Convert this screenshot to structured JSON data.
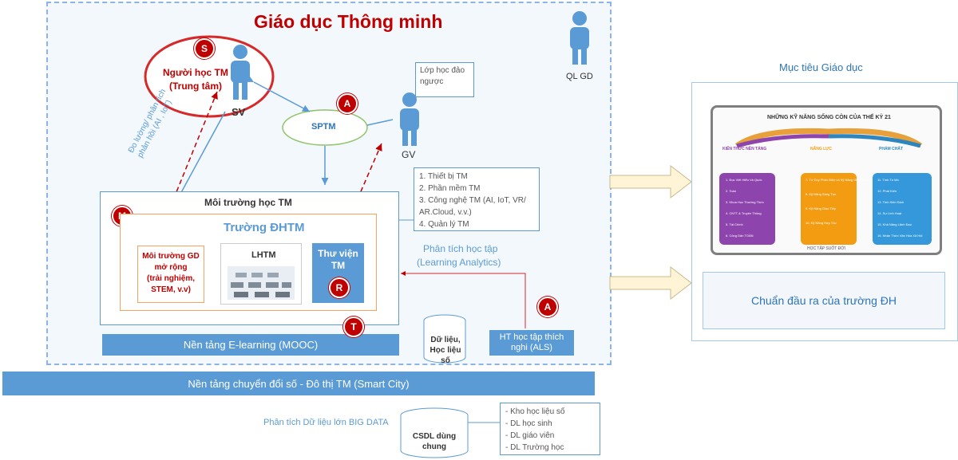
{
  "title": "Giáo dục Thông minh",
  "learner": {
    "label_line1": "Người học TM",
    "label_line2": "(Trung tâm)",
    "badge": "S",
    "person_label": "SV"
  },
  "sptm": {
    "label": "SPTM",
    "badge": "A"
  },
  "gv": {
    "label": "GV"
  },
  "flipped_class": {
    "line1": "Lớp học đảo",
    "line2": "ngược"
  },
  "qlgd": {
    "label": "QL GD"
  },
  "measure_text": {
    "line1": "Đo lường/ phân tích",
    "line2": "phản hồi (AI , IoT)"
  },
  "tools_list": [
    "1. Thiết bị TM",
    "2. Phần mềm TM",
    "3. Công nghệ TM (AI, IoT, VR/",
    "AR.Cloud, v.v.)",
    "4. Quản lý TM"
  ],
  "env": {
    "title": "Môi trường học TM",
    "badge": "M"
  },
  "school": {
    "title": "Trường ĐHTM"
  },
  "ext_env": {
    "line1": "Môi trường GD",
    "line2": "mở rộng",
    "line3": "(trải nghiệm,",
    "line4": "STEM, v.v)"
  },
  "lhtm": {
    "label": "LHTM"
  },
  "library": {
    "line1": "Thư viện",
    "line2": "TM",
    "badge": "R"
  },
  "analytics": {
    "line1": "Phân tích học tập",
    "line2": "(Learning Analytics)"
  },
  "als": {
    "line1": "HT học tập thích",
    "line2": "nghi (ALS)",
    "badge": "A"
  },
  "elearning": {
    "label": "Nền tảng E-learning (MOOC)",
    "badge": "T"
  },
  "data_resource": {
    "line1": "Dữ liệu,",
    "line2": "Học liệu số"
  },
  "smart_city": {
    "label": "Nền tảng chuyển đổi số - Đô thị TM (Smart City)"
  },
  "bigdata": {
    "label": "Phân tích Dữ liệu lớn BIG DATA"
  },
  "csdl": {
    "line1": "CSDL dùng",
    "line2": "chung"
  },
  "db_list": [
    "- Kho học liệu số",
    "- DL học sinh",
    "- DL giáo viên",
    "- DL Trường học"
  ],
  "goals": {
    "title": "Mục tiêu Giáo dục",
    "outcome": "Chuẩn đầu ra của trường ĐH"
  },
  "skills": {
    "title": "NHỮNG KỸ NĂNG SỐNG CÒN CỦA THẾ KỶ 21",
    "col1": "KIẾN THỨC NỀN TẢNG",
    "col2": "NĂNG LỰC",
    "col3": "PHẨM CHẤT",
    "footer": "HỌC TẬP SUỐT ĐỜI",
    "col1_items": [
      "1. Đọc Viết Hiểu Và Quốc",
      "2. Toán",
      "3. Khoa Học Thường Thức",
      "4. CNTT & Truyền Thông",
      "5. Tài Chính",
      "6. Công Dân TOÀN"
    ],
    "col2_items": [
      "7. Tư Duy Phản Biện và Kỹ Năng Giải Quyết",
      "8. Kỹ Năng Sáng Tạo",
      "9. Kỹ Năng Giao Tiếp",
      "10. Kỹ Năng Hợp Tác"
    ],
    "col3_items": [
      "11. Tính Tò Mò",
      "12. Phát Kiến",
      "13. Tính Kiên Định",
      "14. Sự Linh Hoạt",
      "15. Khả Năng Lãnh Đạo",
      "16. Nhận Thức Văn Hóa Xã Hội"
    ]
  },
  "colors": {
    "title_red": "#c00000",
    "bar_blue": "#5b9bd5",
    "purple": "#8e44ad",
    "orange": "#f39c12",
    "teal": "#3498db"
  }
}
